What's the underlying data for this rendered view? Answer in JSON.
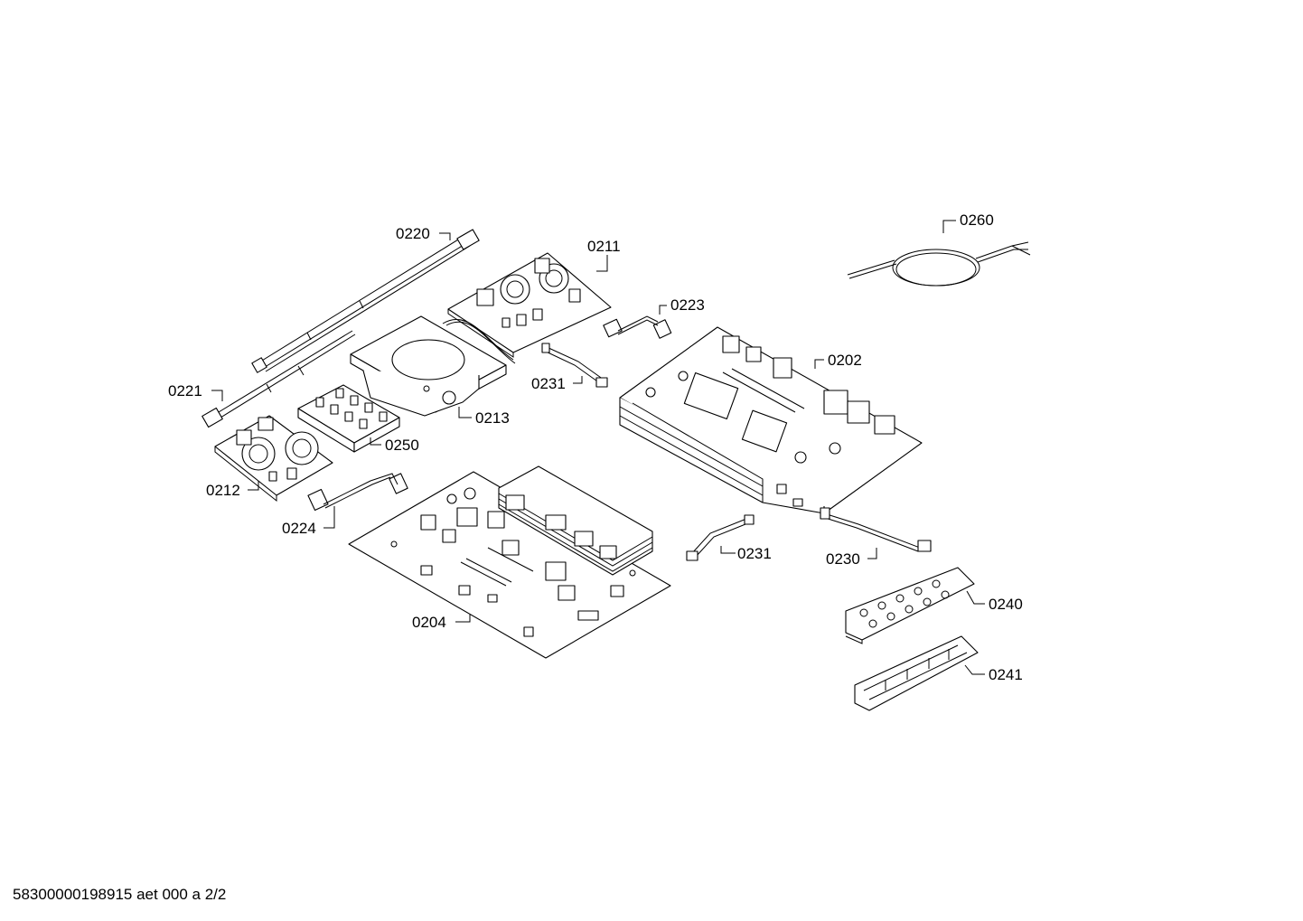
{
  "diagram": {
    "parts": [
      {
        "id": "p0220",
        "label": "0220"
      },
      {
        "id": "p0211",
        "label": "0211"
      },
      {
        "id": "p0223",
        "label": "0223"
      },
      {
        "id": "p0260",
        "label": "0260"
      },
      {
        "id": "p0202",
        "label": "0202"
      },
      {
        "id": "p0231a",
        "label": "0231"
      },
      {
        "id": "p0221",
        "label": "0221"
      },
      {
        "id": "p0213",
        "label": "0213"
      },
      {
        "id": "p0250",
        "label": "0250"
      },
      {
        "id": "p0212",
        "label": "0212"
      },
      {
        "id": "p0224",
        "label": "0224"
      },
      {
        "id": "p0231b",
        "label": "0231"
      },
      {
        "id": "p0230",
        "label": "0230"
      },
      {
        "id": "p0240",
        "label": "0240"
      },
      {
        "id": "p0204",
        "label": "0204"
      },
      {
        "id": "p0241",
        "label": "0241"
      }
    ]
  },
  "footer": {
    "text": "58300000198915 aet 000 a 2/2"
  }
}
